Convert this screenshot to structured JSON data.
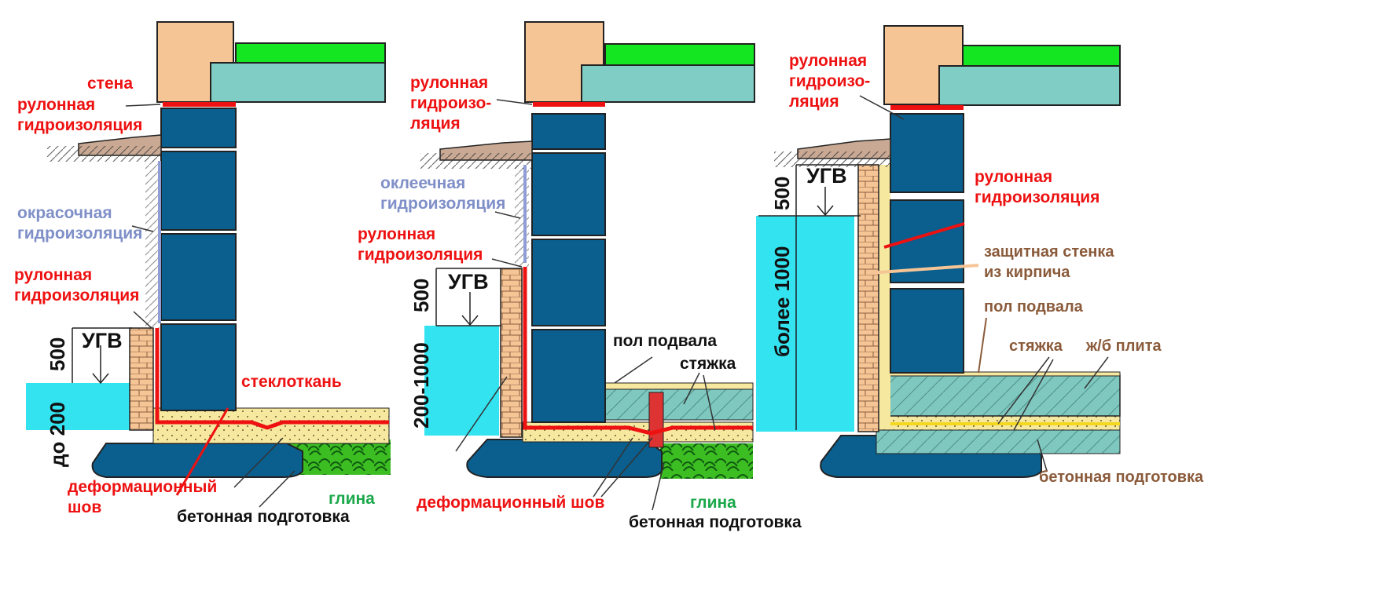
{
  "colors": {
    "wall": "#f6c596",
    "block": "#0a5f8e",
    "slab": "#7fcdc4",
    "floor_green": "#14e622",
    "water": "#33e3f0",
    "waterproof_red": "#ee1111",
    "paint_blue": "#8f9fd6",
    "sand": "#f7e8a0",
    "clay": "#3cbd22",
    "label_brown": "#8a5a3a"
  },
  "panel1": {
    "stena": "стена",
    "rulon_top_1": "рулонная",
    "rulon_top_2": "гидроизоляция",
    "okras_1": "окрасочная",
    "okras_2": "гидроизоляция",
    "rulon_mid_1": "рулонная",
    "rulon_mid_2": "гидроизоляция",
    "dim_500": "500",
    "ugv": "УГВ",
    "dim_do200": "до 200",
    "steklotkan": "стеклоткань",
    "deform_1": "деформационный",
    "deform_2": "шов",
    "glina": "глина",
    "beton": "бетонная подготовка"
  },
  "panel2": {
    "rulon_top_1": "рулонная",
    "rulon_top_2": "гидроизо-",
    "rulon_top_3": "ляция",
    "okleech_1": "оклеечная",
    "okleech_2": "гидроизоляция",
    "rulon_mid_1": "рулонная",
    "rulon_mid_2": "гидроизоляция",
    "dim_500": "500",
    "ugv": "УГВ",
    "dim_200_1000": "200-1000",
    "pol": "пол подвала",
    "styazhka": "стяжка",
    "deform": "деформационный шов",
    "glina": "глина",
    "beton": "бетонная подготовка"
  },
  "panel3": {
    "rulon_top_1": "рулонная",
    "rulon_top_2": "гидроизо-",
    "rulon_top_3": "ляция",
    "dim_500": "500",
    "ugv": "УГВ",
    "dim_1000": "более 1000",
    "rulon_mid_1": "рулонная",
    "rulon_mid_2": "гидроизоляция",
    "zashch_1": "защитная стенка",
    "zashch_2": "из кирпича",
    "pol": "пол подвала",
    "styazhka": "стяжка",
    "plita": "ж/б плита",
    "beton": "бетонная подготовка"
  }
}
